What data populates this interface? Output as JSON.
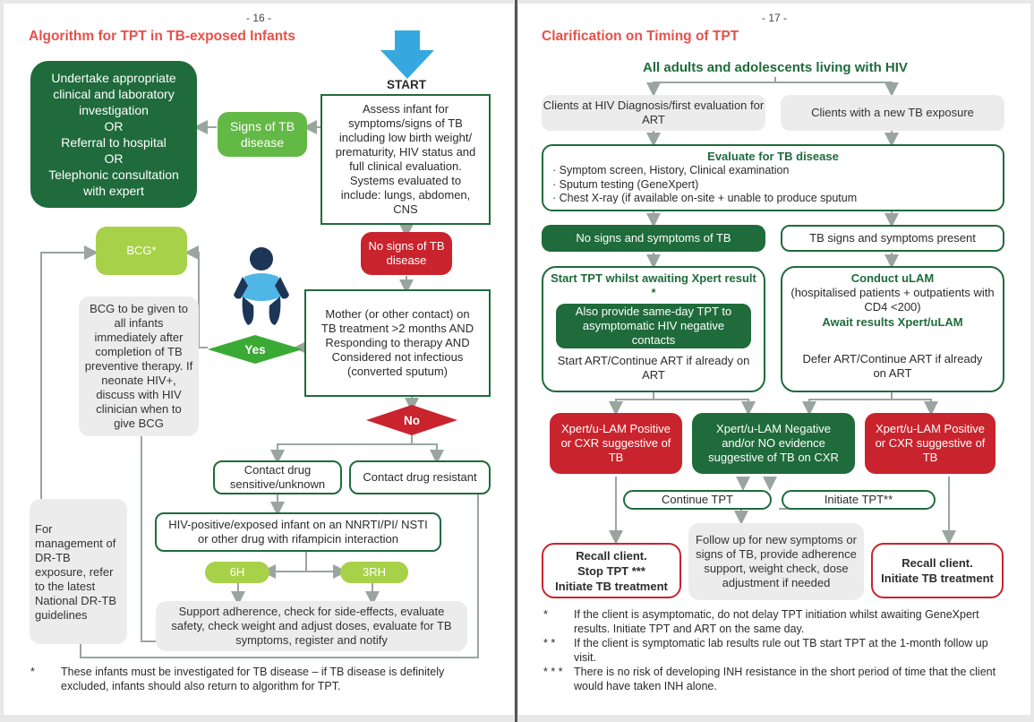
{
  "left": {
    "page_number": "- 16 -",
    "title": "Algorithm for TPT in TB-exposed Infants",
    "start_label": "START",
    "investigate_box": [
      "Undertake appropriate",
      "clinical and laboratory",
      "investigation",
      "OR",
      "Referral to hospital",
      "OR",
      "Telephonic consultation",
      "with expert"
    ],
    "signs_tb": "Signs of TB disease",
    "assess_box": "Assess infant for symptoms/signs of TB including low birth weight/ prematurity, HIV status and full clinical evaluation. Systems evaluated to include: lungs, abdomen, CNS",
    "no_signs_tb": "No signs of TB disease",
    "bcg_label": "BCG*",
    "bcg_note": "BCG to be given to all infants immediately after completion of TB preventive therapy. If neonate HIV+, discuss with HIV clinician when to give BCG",
    "mother_box": "Mother (or other contact) on TB treatment >2 months AND Responding to therapy AND Considered not infectious (converted sputum)",
    "yes_label": "Yes",
    "no_label": "No",
    "contact_sensitive": "Contact drug sensitive/unknown",
    "contact_resistant": "Contact drug resistant",
    "hiv_box": "HIV-positive/exposed infant on an NNRTI/PI/ NSTI or other drug with rifampicin interaction",
    "regimen_6h": "6H",
    "regimen_3rh": "3RH",
    "support_box": "Support adherence, check for side-effects, evaluate safety, check weight and adjust doses, evaluate for TB symptoms, register and notify",
    "drtb_note": "For management of DR-TB exposure, refer to the latest National DR-TB guidelines",
    "footnote_marker": "*",
    "footnote_text": "These infants must be investigated for TB disease – if TB disease is definitely excluded, infants  should also return  to algorithm for TPT."
  },
  "right": {
    "page_number": "- 17 -",
    "title": "Clarification on Timing of TPT",
    "header": "All adults and adolescents living with HIV",
    "hiv_diagnosis": "Clients at HIV Diagnosis/first evaluation for ART",
    "new_exposure": "Clients with a new TB exposure",
    "evaluate_title": "Evaluate for TB disease",
    "evaluate_items": [
      "·  Symptom screen, History, Clinical examination",
      "·  Sputum testing (GeneXpert)",
      "·  Chest X-ray (if available on-site + unable to produce sputum"
    ],
    "no_signs": "No signs and symptoms of TB",
    "signs_present": "TB signs and symptoms present",
    "start_tpt_title": "Start TPT whilst awaiting Xpert result *",
    "same_day_tpt": "Also provide same-day TPT to asymptomatic HIV negative contacts",
    "start_art": "Start ART/Continue ART if already on ART",
    "conduct_ulam": "Conduct uLAM",
    "ulam_detail": "(hospitalised patients + outpatients with CD4 <200)",
    "await_results": "Await results  Xpert/uLAM",
    "defer_art": "Defer ART/Continue ART if already on ART",
    "xpert_pos_left": "Xpert/u-LAM Positive or CXR suggestive of TB",
    "xpert_neg": "Xpert/u-LAM Negative and/or NO evidence suggestive of TB on CXR",
    "xpert_pos_right": "Xpert/u-LAM Positive or CXR suggestive of TB",
    "continue_tpt": "Continue TPT",
    "initiate_tpt": "Initiate TPT**",
    "recall_stop": [
      "Recall client.",
      "Stop TPT ***",
      "Initiate TB treatment"
    ],
    "follow_up": "Follow up for new symptoms or signs of TB, provide adherence support, weight check, dose adjustment if needed",
    "recall_initiate": [
      "Recall client.",
      "Initiate TB treatment"
    ],
    "footnotes": [
      {
        "marker": "*",
        "text": "If the client is asymptomatic, do not delay TPT initiation whilst awaiting GeneXpert results. Initiate TPT and ART on the same day."
      },
      {
        "marker": "* *",
        "text": "If the client is symptomatic lab results rule out TB start TPT at the 1-month follow up visit."
      },
      {
        "marker": "* * *",
        "text": "There is no risk of developing INH resistance in the short period of time that the client would have taken INH alone."
      }
    ]
  },
  "colors": {
    "dark_green": "#1f6b3b",
    "light_green": "#63b946",
    "lime": "#a8d14a",
    "red": "#c9242d",
    "title_red": "#e8504a",
    "arrow_blue": "#35a8e0"
  }
}
